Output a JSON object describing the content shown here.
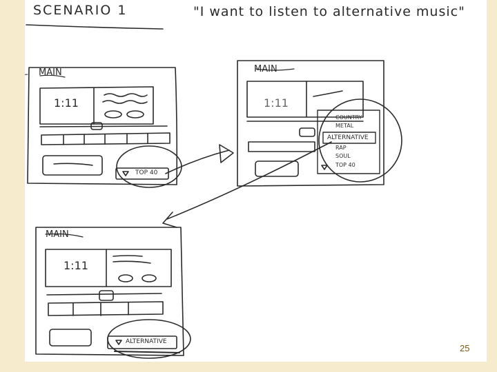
{
  "scenario_title": "SCENARIO 1",
  "scenario_quote": "\"I want to listen to alternative music\"",
  "frames": [
    {
      "title": "MAIN",
      "time": "1:11",
      "dropdown": "TOP 40"
    },
    {
      "title": "MAIN",
      "time": "1:11",
      "genre_list": [
        "COUNTRY",
        "METAL",
        "ALTERNATIVE",
        "RAP",
        "SOUL",
        "TOP 40"
      ],
      "highlighted": "ALTERNATIVE"
    },
    {
      "title": "MAIN",
      "time": "1:11",
      "dropdown": "ALTERNATIVE"
    }
  ],
  "page_number": "25",
  "colors": {
    "background": "#f7ebcd",
    "paper": "#ffffff",
    "ink": "#2a2a2a",
    "page_number": "#7a5a10"
  },
  "icons": {
    "dropdown_arrow": "triangle-down-icon"
  }
}
